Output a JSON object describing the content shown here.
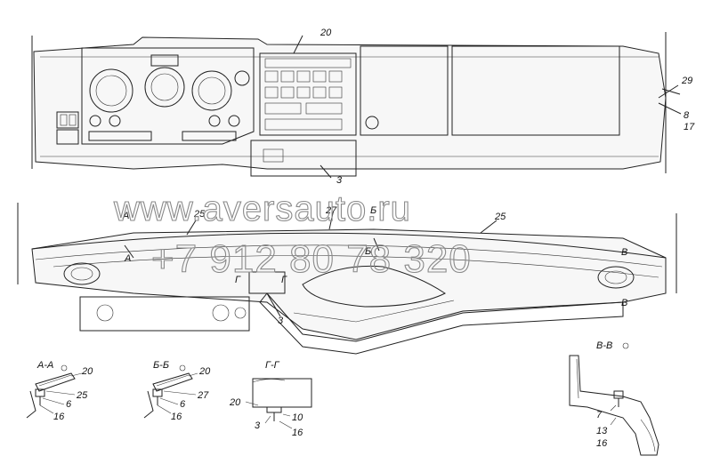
{
  "watermark": {
    "site": "www.aversauto.ru",
    "phone": "+7 912 80 78 320"
  },
  "labels": {
    "top_20": "20",
    "top_3": "3",
    "top_29": "29",
    "top_8": "8",
    "top_17": "17",
    "mid_25_left": "25",
    "mid_27": "27",
    "mid_25_right": "25",
    "mid_3": "3",
    "mark_a1": "А",
    "mark_a2": "А",
    "mark_b1": "Б",
    "mark_b2": "Б",
    "mark_g1": "Г",
    "mark_g2": "Г",
    "mark_v1": "В",
    "mark_v2": "В"
  },
  "sections": {
    "aa": {
      "title": "А-А",
      "callouts": [
        "20",
        "25",
        "6",
        "16"
      ]
    },
    "bb": {
      "title": "Б-Б",
      "callouts": [
        "20",
        "27",
        "6",
        "16"
      ]
    },
    "gg": {
      "title": "Г-Г",
      "callouts": [
        "20",
        "3",
        "10",
        "16"
      ]
    },
    "vv": {
      "title": "В-В",
      "callouts": [
        "7",
        "13",
        "16"
      ]
    }
  }
}
